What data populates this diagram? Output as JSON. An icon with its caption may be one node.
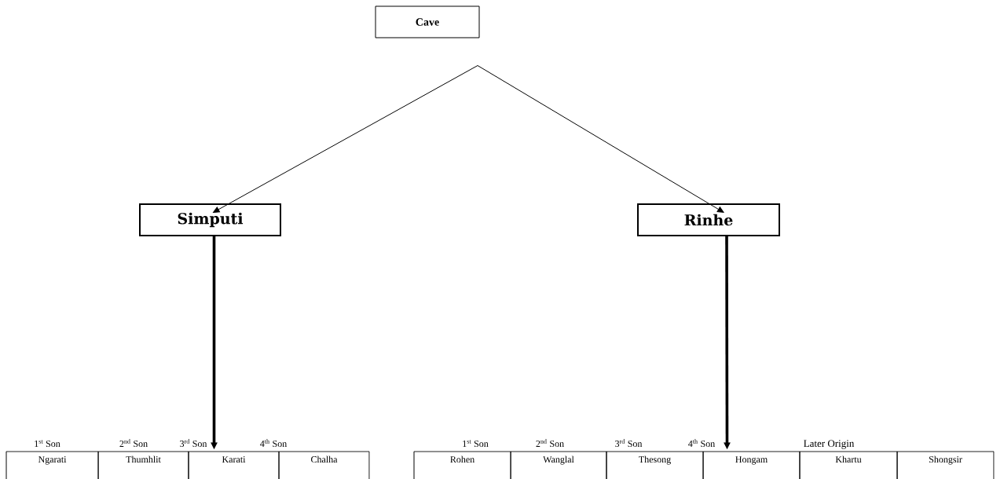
{
  "diagram": {
    "nodes": [
      {
        "text": [
          "Cave"
        ]
      },
      {
        "text": [
          "Simputi"
        ]
      },
      {
        "text": [
          "Rinhe"
        ]
      },
      {
        "text": [
          "Ngarati"
        ],
        "beside": [
          "1$^{st}$ Son"
        ]
      },
      {
        "text": [
          "Thumhlit"
        ],
        "beside": [
          "2$^{nd}$ Son"
        ]
      },
      {
        "text": [
          "Karati"
        ],
        "beside": [
          "3$^{rd}$ Son"
        ]
      },
      {
        "text": [
          "Chalha"
        ],
        "beside": [
          "4$^{th}$ Son"
        ]
      },
      {
        "text": [
          "Rohen"
        ],
        "beside": [
          "1$^{st}$ Son"
        ]
      },
      {
        "text": [
          "Wanglal"
        ],
        "beside": [
          "2$^{nd}$ Son"
        ]
      },
      {
        "text": [
          "Thesong"
        ],
        "beside": [
          "3$^{rd}$ Son"
        ]
      },
      {
        "text": [
          "Hongam"
        ],
        "beside": [
          "4$^{th}$ Son"
        ]
      },
      {
        "text": [
          "Khartu"
        ]
      },
      {
        "text": [
          "Shongsir"
        ]
      }
    ],
    "edges": [
      {
        "from": 0,
        "to": 1,
        "arrow": "to"
      },
      {
        "from": 0,
        "to": 2,
        "arrow": "to"
      },
      {
        "from": 1,
        "to": 5,
        "arrow": "to",
        "style": "thick"
      },
      {
        "from": 2,
        "to": 10,
        "arrow": "to",
        "style": "thick"
      }
    ],
    "labels": [
      "Later Origin"
    ]
  }
}
